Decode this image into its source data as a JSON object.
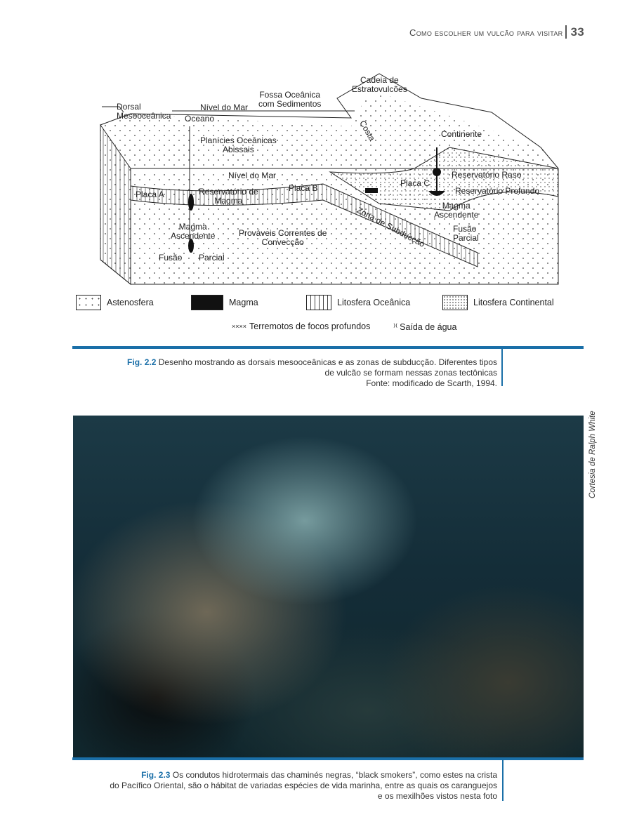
{
  "header": {
    "running_title": "Como escolher um vulcão para visitar",
    "page_number": "33"
  },
  "figure_2_2": {
    "labels": {
      "cadeia": "Cadeia de",
      "estrato": "Estratovulcões",
      "fossa": "Fossa Oceânica",
      "sedimentos": "com Sedimentos",
      "dorsal": "Dorsal",
      "mesooceanica": "Mesooceânica",
      "nivel_mar_top": "Nível do Mar",
      "oceano": "Oceano",
      "costa": "Costa",
      "continente": "Continente",
      "planicies": "Planícies Oceânicas",
      "abissais": "Abissais",
      "nivel_mar": "Nível do Mar",
      "reservatorio_raso": "Reservatório Raso",
      "placa_c": "Placa C",
      "reservatorio_profundo": "Reservatório Profundo",
      "placa_a": "Placa A",
      "reservatorio_de": "Reservatório de",
      "magma": "Magma",
      "placa_b": "Placa B",
      "zona": "Zona de Subducção",
      "magma_asc_right1": "Magma",
      "magma_asc_right2": "Ascendente",
      "fusao_right": "Fusão",
      "parcial_right": "Parcial",
      "magma_asc_left1": "Magma",
      "magma_asc_left2": "Ascendente",
      "correntes1": "Prováveis Correntes de",
      "correntes2": "Convecção",
      "fusao_left": "Fusão",
      "parcial_left": "Parcial"
    },
    "legend": {
      "astenosfera": "Astenosfera",
      "magma": "Magma",
      "litosfera_oceanica": "Litosfera Oceânica",
      "litosfera_continental": "Litosfera Continental",
      "terremotos_symbol": "××××",
      "terremotos": "Terremotos de focos profundos",
      "saida_symbol": "⁾⁽",
      "saida": "Saída de água"
    },
    "caption_label": "Fig. 2.2",
    "caption_line1": " Desenho mostrando as dorsais mesooceânicas e as zonas de subducção. Diferentes tipos",
    "caption_line2": "de vulcão se formam nessas zonas tectônicas",
    "caption_line3": "Fonte: modificado de Scarth, 1994."
  },
  "figure_2_3": {
    "credit": "Cortesia de Ralph White",
    "caption_label": "Fig. 2.3",
    "caption_line1": " Os condutos hidrotermais das chaminés negras, “black smokers”, como estes na crista",
    "caption_line2": "do Pacífico Oriental, são o hábitat de variadas espécies de vida marinha, entre as quais os caranguejos",
    "caption_line3": "e os mexilhões vistos nesta foto"
  },
  "colors": {
    "accent": "#1a6fa8"
  }
}
